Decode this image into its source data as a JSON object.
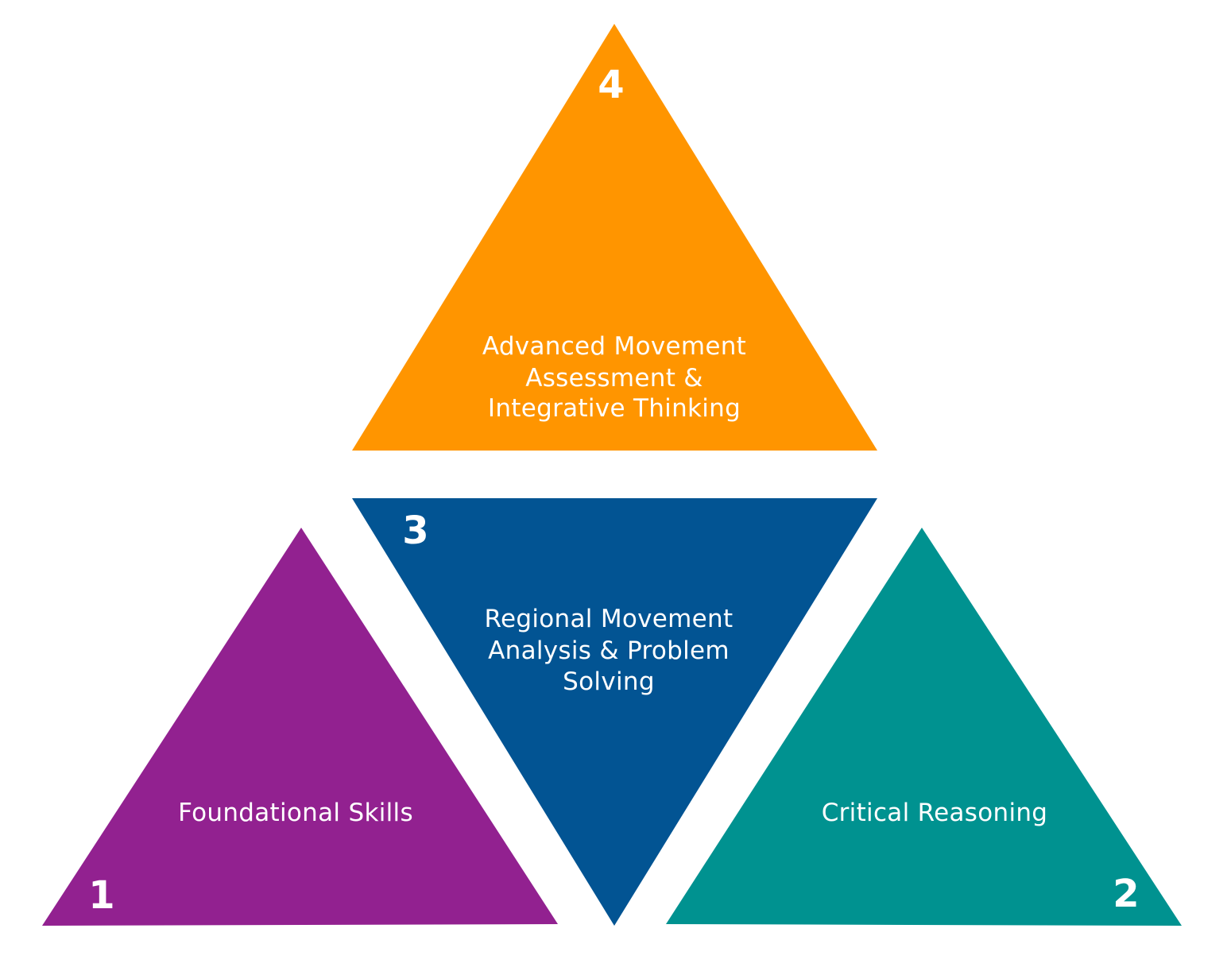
{
  "diagram": {
    "type": "triangle-framework",
    "levels": [
      {
        "number": "1",
        "label_lines": [
          "Foundational Skills"
        ],
        "color": "#922190",
        "orientation": "up"
      },
      {
        "number": "2",
        "label_lines": [
          "Critical Reasoning"
        ],
        "color": "#009290",
        "orientation": "up"
      },
      {
        "number": "3",
        "label_lines": [
          "Regional Movement",
          "Analysis & Problem",
          "Solving"
        ],
        "color": "#025493",
        "orientation": "down"
      },
      {
        "number": "4",
        "label_lines": [
          "Advanced Movement",
          "Assessment &",
          "Integrative Thinking"
        ],
        "color": "#FF9500",
        "orientation": "up"
      }
    ]
  }
}
